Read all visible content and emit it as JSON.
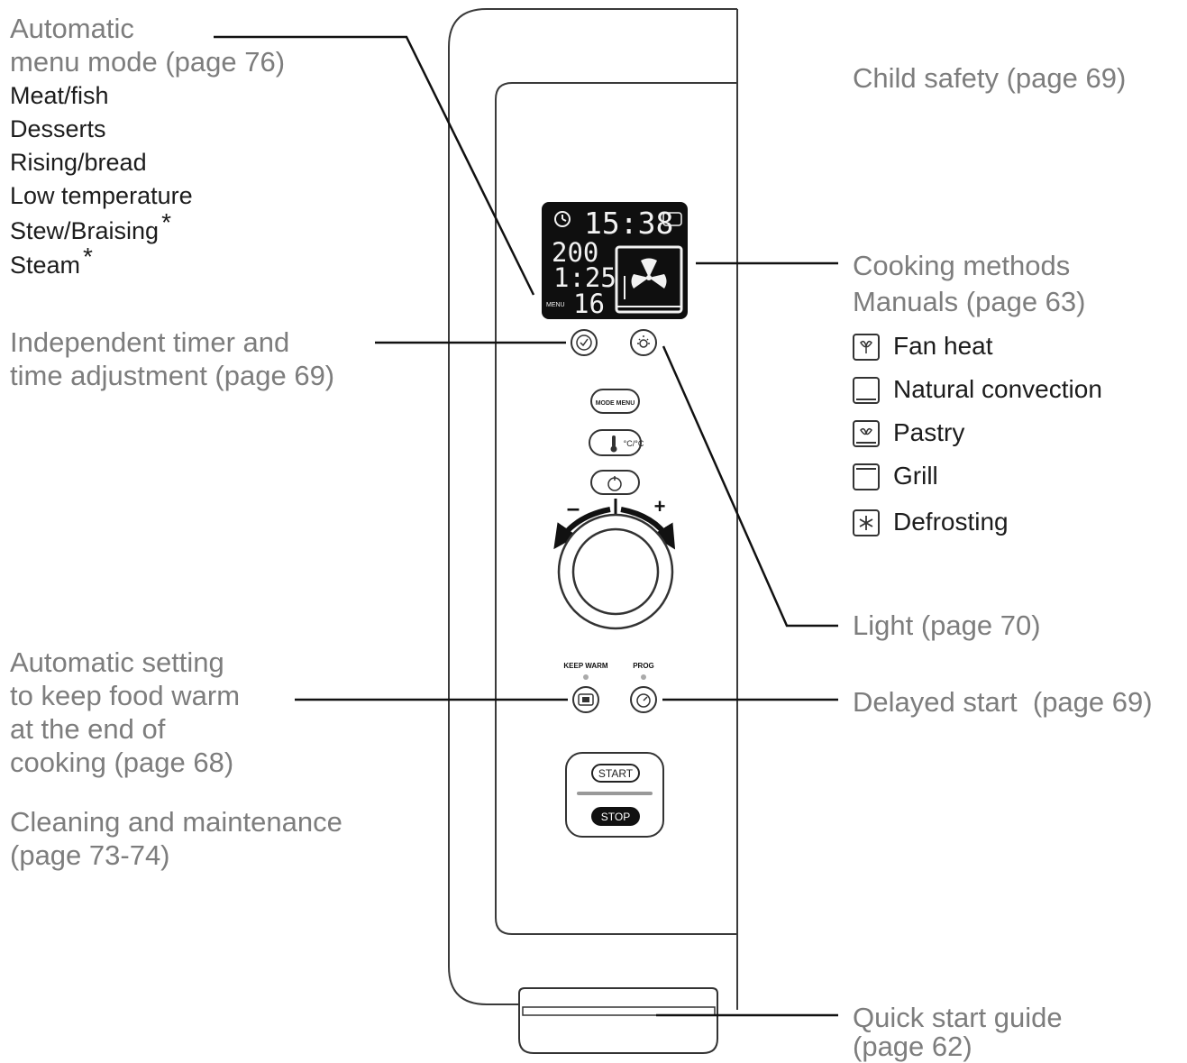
{
  "display": {
    "time": "15:38",
    "temperature": "200",
    "duration": "1:25",
    "menu_tag": "MENU",
    "menu_number": "16"
  },
  "panel": {
    "mode_menu_label": "MODE MENU",
    "unit_label": "°C/°C",
    "keep_warm_label": "KEEP WARM",
    "prog_label": "PROG",
    "start_label": "START",
    "stop_label": "STOP",
    "minus_symbol": "–",
    "plus_symbol": "+"
  },
  "callouts": {
    "auto_menu": {
      "line1": "Automatic",
      "line2": "menu mode (page 76)",
      "items": [
        "Meat/fish",
        "Desserts",
        "Rising/bread",
        "Low temperature",
        "Stew/Braising",
        "Steam"
      ],
      "asterisk": "*"
    },
    "timer": {
      "line1": "Independent timer and",
      "line2": "time adjustment (page 69)"
    },
    "keep_warm": {
      "line1": "Automatic setting",
      "line2": "to keep food warm",
      "line3": "at the end of",
      "line4": "cooking (page 68)"
    },
    "cleaning": {
      "line1": "Cleaning and maintenance",
      "line2": "(page 73-74)"
    },
    "child_safety": "Child safety (page 69)",
    "cooking_methods": {
      "line1": "Cooking methods",
      "line2": "Manuals (page 63)",
      "items": [
        {
          "icon": "fan-heat-icon",
          "label": "Fan heat"
        },
        {
          "icon": "natural-convection-icon",
          "label": "Natural convection"
        },
        {
          "icon": "pastry-icon",
          "label": "Pastry"
        },
        {
          "icon": "grill-icon",
          "label": "Grill"
        },
        {
          "icon": "defrosting-icon",
          "label": "Defrosting"
        }
      ]
    },
    "light": "Light (page 70)",
    "delayed_start": "Delayed start  (page 69)",
    "quick_start": {
      "line1": "Quick start guide",
      "line2": "(page 62)"
    }
  },
  "colors": {
    "callout_gray": "#7d7d7d",
    "text_dark": "#1c1c1c",
    "lcd_background": "#0f0f0f",
    "lcd_segments": "#f2f2f2",
    "stop_button": "#111111"
  }
}
